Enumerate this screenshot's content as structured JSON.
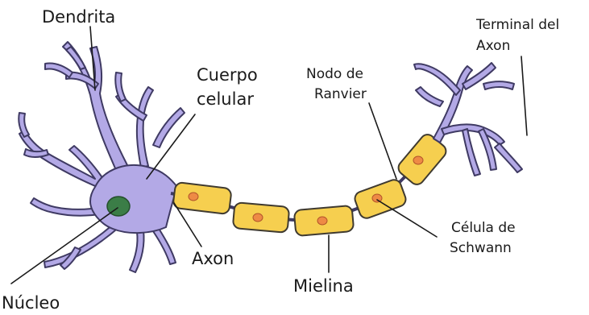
{
  "labels": {
    "dendrita": "Dendrita",
    "cuerpo_celular_1": "Cuerpo",
    "cuerpo_celular_2": "celular",
    "nucleo": "Núcleo",
    "axon": "Axon",
    "mielina": "Mielina",
    "nodo_1": "Nodo de",
    "nodo_2": "Ranvier",
    "celula_1": "Célula de",
    "celula_2": "Schwann",
    "terminal_1": "Terminal del",
    "terminal_2": "Axon"
  },
  "colors": {
    "neuron_fill": "#b3a9e6",
    "neuron_outline": "#3f3a63",
    "nucleus": "#3b7d47",
    "myelin": "#f6cf4f",
    "schwann_nucleus": "#ee8a45"
  }
}
